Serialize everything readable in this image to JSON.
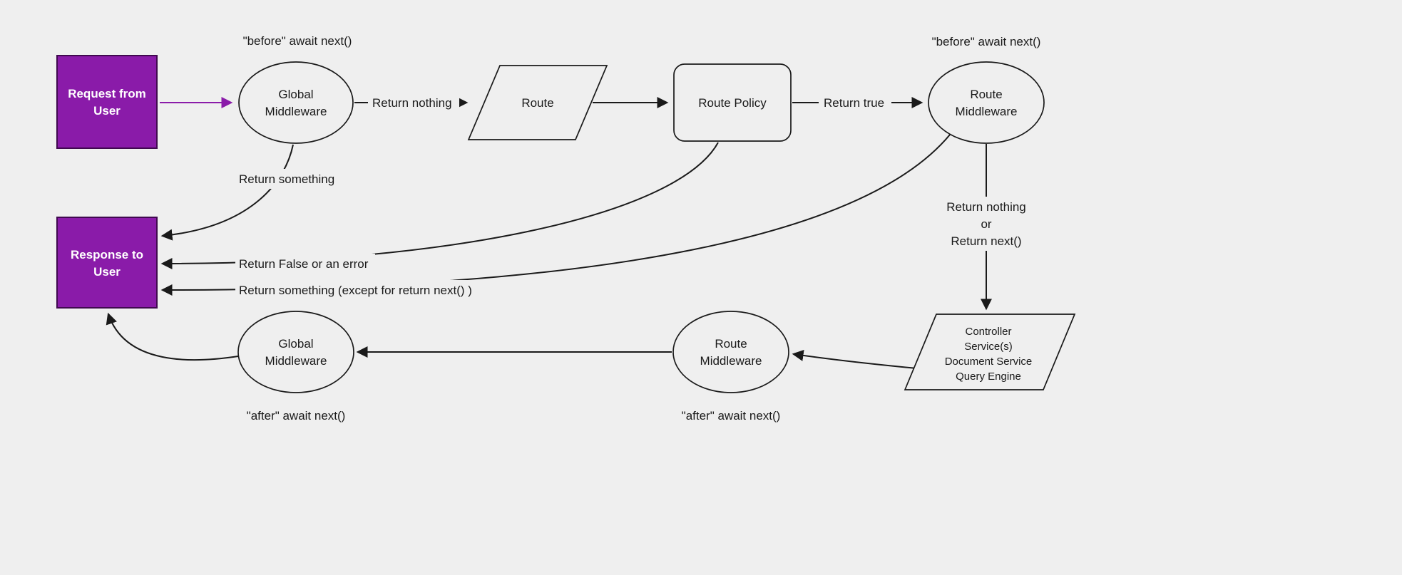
{
  "diagram": {
    "description": "Middleware request/response flow diagram",
    "bg": "#efefef"
  },
  "colors": {
    "node_stroke": "#1a1a1a",
    "node_fill": "#efefef",
    "text": "#1a1a1a",
    "purple_fill": "#8a1ba9",
    "purple_stroke": "#40094f",
    "purple_text": "#ffffff",
    "arrow": "#1a1a1a",
    "arrow_purple": "#8a1ba9"
  },
  "nodes": {
    "request_user": {
      "line1": "Request from",
      "line2": "User"
    },
    "global_middleware_top": {
      "line1": "Global",
      "line2": "Middleware"
    },
    "route": {
      "label": "Route"
    },
    "route_policy": {
      "label": "Route Policy"
    },
    "route_middleware_top": {
      "line1": "Route",
      "line2": "Middleware"
    },
    "controller": {
      "line1": "Controller",
      "line2": "Service(s)",
      "line3": "Document Service",
      "line4": "Query Engine"
    },
    "route_middleware_bottom": {
      "line1": "Route",
      "line2": "Middleware"
    },
    "global_middleware_bottom": {
      "line1": "Global",
      "line2": "Middleware"
    },
    "response_user": {
      "line1": "Response to",
      "line2": "User"
    }
  },
  "labels": {
    "before_await_left": "\"before\" await next()",
    "before_await_right": "\"before\" await next()",
    "after_await_left": "\"after\" await next()",
    "after_await_right": "\"after\" await next()",
    "return_nothing": "Return nothing",
    "return_true": "Return true",
    "return_something": "Return something",
    "return_false_error": "Return False or an error",
    "return_something_except": "Return something (except for return next() )",
    "down_line1": "Return nothing",
    "down_line2": "or",
    "down_line3": "Return next()"
  }
}
